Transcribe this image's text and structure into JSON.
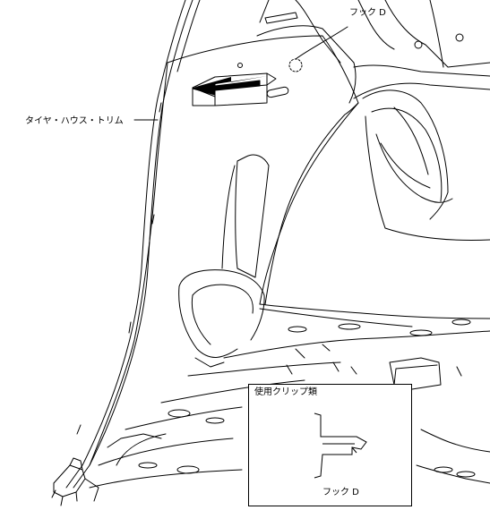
{
  "labels": {
    "hook": "フック D",
    "trim": "タイヤ・ハウス・トリム"
  },
  "inset": {
    "title": "使用クリップ類",
    "caption": "フック D"
  }
}
